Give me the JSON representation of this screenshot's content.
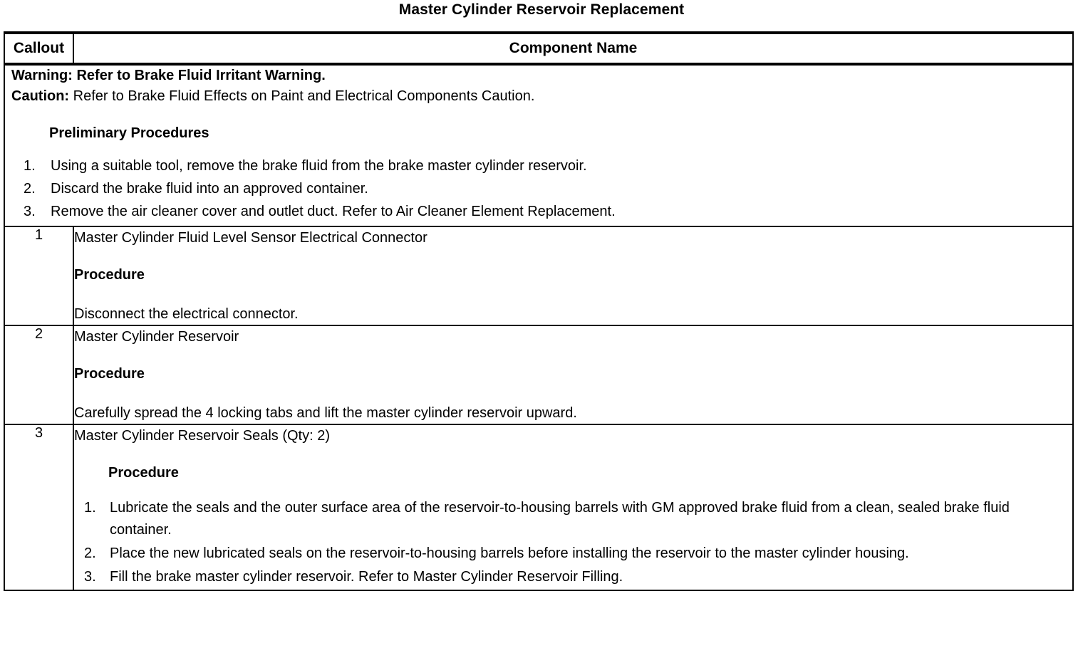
{
  "document": {
    "title": "Master Cylinder Reservoir Replacement"
  },
  "table": {
    "headers": {
      "callout": "Callout",
      "component_name": "Component Name"
    },
    "notice": {
      "warning_label": "Warning:",
      "warning_text": " Refer to Brake Fluid Irritant Warning.",
      "caution_label": "Caution:",
      "caution_text": " Refer to Brake Fluid Effects on Paint and Electrical Components Caution.",
      "preliminary_heading": "Preliminary Procedures",
      "preliminary_steps": [
        {
          "num": "1.",
          "text": "Using a suitable tool, remove the brake fluid from the brake master cylinder reservoir."
        },
        {
          "num": "2.",
          "text": "Discard the brake fluid into an approved container."
        },
        {
          "num": "3.",
          "text": "Remove the air cleaner cover and outlet duct. Refer to Air Cleaner Element Replacement."
        }
      ]
    },
    "rows": [
      {
        "callout": "1",
        "component_name": "Master Cylinder Fluid Level Sensor Electrical Connector",
        "procedure_label": "Procedure",
        "procedure_text": "Disconnect the electrical connector."
      },
      {
        "callout": "2",
        "component_name": "Master Cylinder Reservoir",
        "procedure_label": "Procedure",
        "procedure_text": "Carefully spread the 4 locking tabs and lift the master cylinder reservoir upward."
      },
      {
        "callout": "3",
        "component_name": "Master Cylinder Reservoir Seals (Qty: 2)",
        "procedure_label": "Procedure",
        "procedure_steps": [
          {
            "num": "1.",
            "text": "Lubricate the seals and the outer surface area of the reservoir-to-housing barrels with GM approved brake fluid from a clean, sealed brake fluid container."
          },
          {
            "num": "2.",
            "text": "Place the new lubricated seals on the reservoir-to-housing barrels before installing the reservoir to the master cylinder housing."
          },
          {
            "num": "3.",
            "text": "Fill the brake master cylinder reservoir. Refer to Master Cylinder Reservoir Filling."
          }
        ]
      }
    ]
  }
}
